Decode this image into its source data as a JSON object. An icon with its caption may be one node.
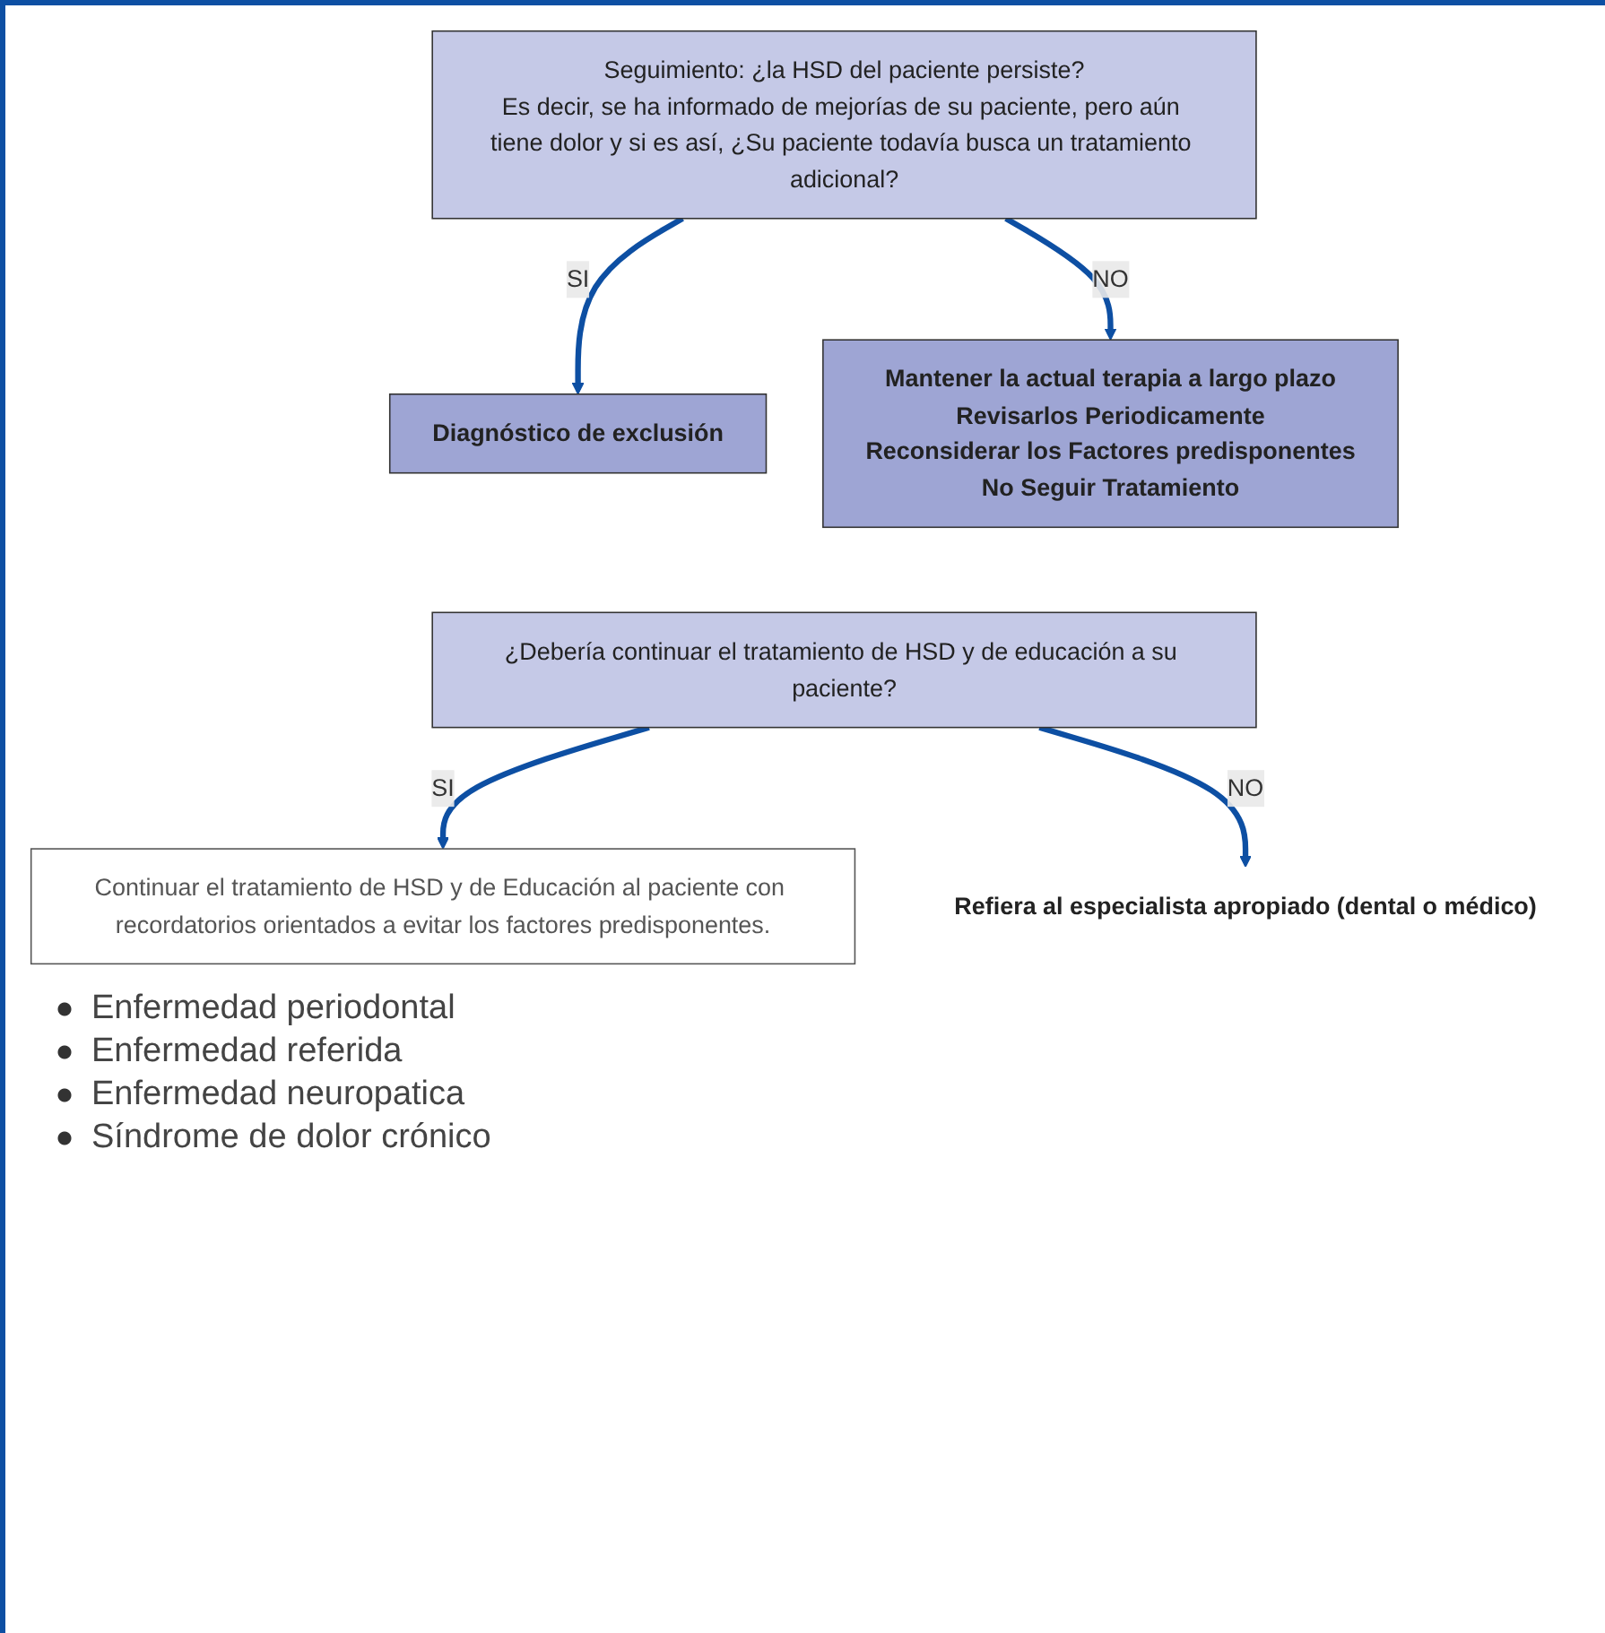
{
  "diagram": {
    "nodes": [
      {
        "text": [
          "Seguimiento: ¿la HSD del paciente persiste?",
          "Es decir, se ha informado de mejorías de su paciente, pero aún tiene dolor y si es así, ¿Su paciente todavía busca un tratamiento adicional?"
        ]
      },
      {
        "text": [
          "Mantener la actual terapia a largo plazo",
          "Revisarlos Periodicamente",
          "Reconsiderar los Factores predisponentes",
          "No Seguir Tratamiento"
        ]
      },
      {
        "text": [
          "Diagnóstico de exclusión"
        ]
      },
      {
        "text": [
          "¿Debería continuar el tratamiento de HSD y de educación a su paciente?"
        ]
      },
      {
        "text": [
          "Refiera al especialista apropiado (dental o médico)"
        ]
      },
      {
        "text": [
          "Continuar el tratamiento de HSD y de Educación al paciente con recordatorios orientados a evitar los factores predisponentes."
        ]
      }
    ],
    "edges": [
      {
        "from": 0,
        "to": 2,
        "label": "SI",
        "arrow": "to"
      },
      {
        "from": 0,
        "to": 1,
        "label": "NO",
        "arrow": "to"
      },
      {
        "from": 3,
        "to": 5,
        "label": "SI",
        "arrow": "to"
      },
      {
        "from": 3,
        "to": 4,
        "label": "NO",
        "arrow": "to"
      }
    ],
    "labels": [
      "Enfermedad periodontal",
      "Enfermedad referida",
      "Enfermedad neuropatica",
      "Síndrome de dolor crónico"
    ]
  }
}
